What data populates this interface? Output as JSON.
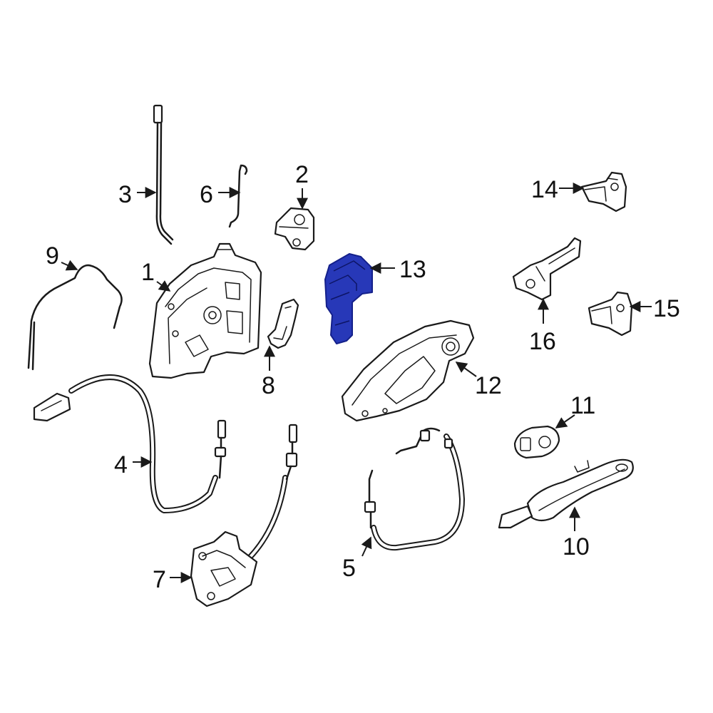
{
  "diagram": {
    "highlight_color": "#2738b8",
    "callouts": {
      "c1": "1",
      "c2": "2",
      "c3": "3",
      "c4": "4",
      "c5": "5",
      "c6": "6",
      "c7": "7",
      "c8": "8",
      "c9": "9",
      "c10": "10",
      "c11": "11",
      "c12": "12",
      "c13": "13",
      "c14": "14",
      "c15": "15",
      "c16": "16"
    },
    "highlighted_part": "13"
  }
}
